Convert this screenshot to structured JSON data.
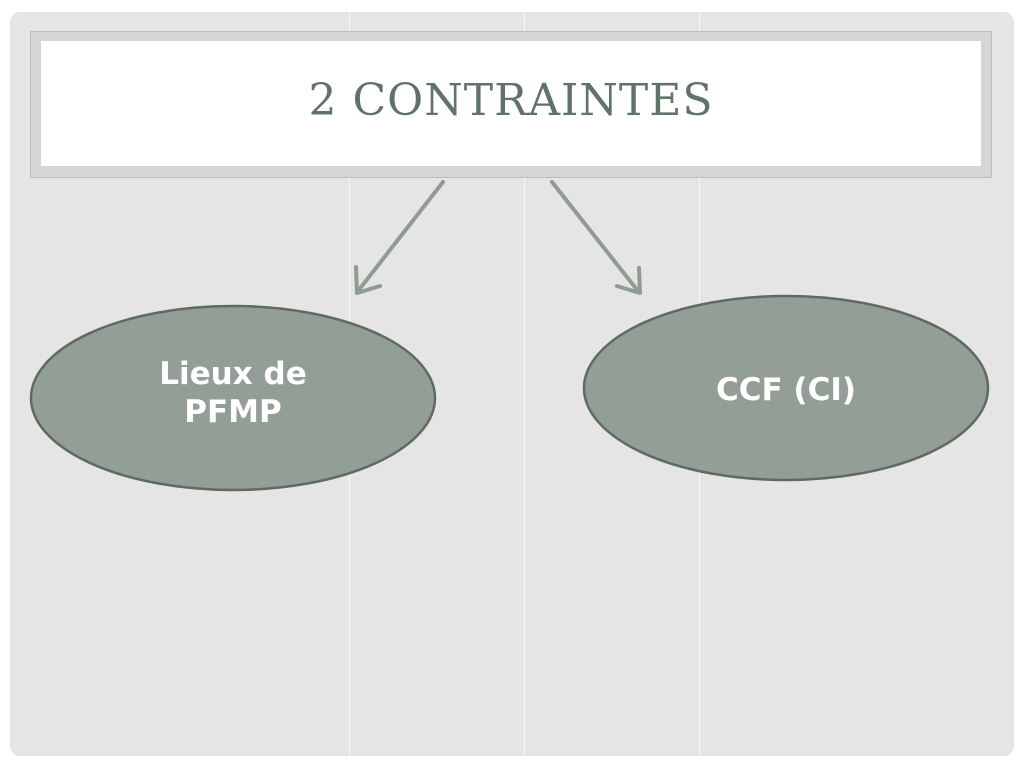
{
  "slide": {
    "title": "2 CONTRAINTES"
  },
  "nodes": [
    {
      "id": "lieux-pfmp",
      "label": "Lieux de\nPFMP"
    },
    {
      "id": "ccf-ci",
      "label": "CCF (CI)"
    }
  ],
  "colors": {
    "oval_fill": "#939f96",
    "oval_stroke": "#5f6a62",
    "arrow": "#8f9c92",
    "title": "#5f7366",
    "background": "#e5e5e5"
  }
}
